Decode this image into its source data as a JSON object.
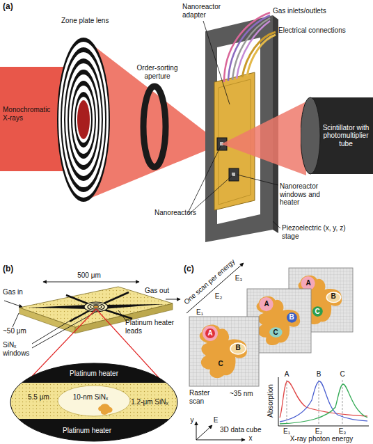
{
  "diagram": {
    "nodes": [
      {
        "text": [
          "Scintillator with photomultiplier tube"
        ]
      }
    ],
    "labels": [
      "(a)",
      "Zone plate lens",
      "Order-sorting aperture",
      "Monochromatic X-rays",
      "Nanoreactor adapter",
      "Gas inlets/outlets",
      "Electrical connections",
      "Nanoreactors",
      "Nanoreactor windows and heater",
      "Piezoelectric (x, y, z) stage",
      "(b)",
      "500 μm",
      "Gas in",
      "Gas out",
      "Platinum heater leads",
      "~50 μm",
      "SiNₓ windows",
      "Platinum heater",
      "5.5 μm",
      "10-nm SiNₓ",
      "1.2-μm SiNₓ",
      "Platinum heater",
      "(c)",
      "One scan per energy",
      "E₁",
      "E₂",
      "E₃",
      "A",
      "B",
      "C",
      "A",
      "B",
      "C",
      "A",
      "B",
      "C",
      "Raster scan",
      "~35 nm",
      "y",
      "E",
      "x",
      "3D data cube",
      "Absorption",
      "A",
      "B",
      "C",
      "E₁",
      "E₂",
      "E₃",
      "X-ray photon energy"
    ]
  }
}
